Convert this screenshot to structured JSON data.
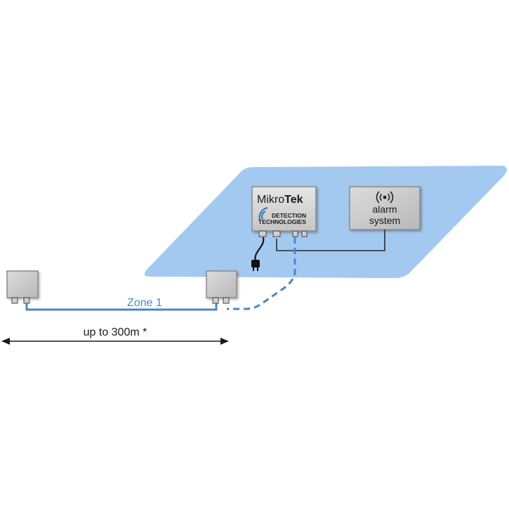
{
  "controller": {
    "brand_light": "Mikro",
    "brand_bold": "Tek",
    "tagline_line1": "DETECTION",
    "tagline_line2": "TECHNOLOGIES"
  },
  "alarm": {
    "line1": "alarm",
    "line2": "system",
    "icon": "alarm-radio-icon"
  },
  "zone": {
    "label": "Zone 1"
  },
  "distance": {
    "label": "up to 300m *"
  },
  "colors": {
    "area_fill": "#a3c9f0",
    "cable_blue": "#4a86c8",
    "zone_text": "#4a86c8",
    "box_fill": "#c9c9c9",
    "box_stroke": "#8a8a8a",
    "logo_blue": "#2e6fb0"
  }
}
